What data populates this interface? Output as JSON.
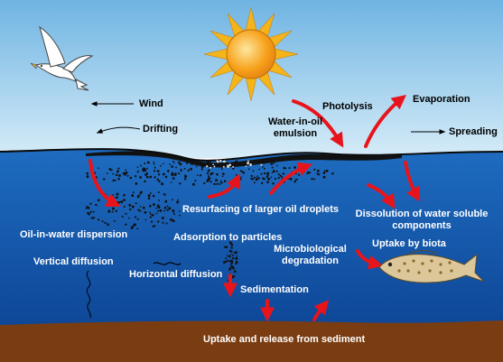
{
  "colors": {
    "sky_top": "#6fb4e2",
    "sky_bottom": "#d6ecf8",
    "water_top": "#1e6cc0",
    "water_bottom": "#0b3f8f",
    "sediment": "#7a3d12",
    "arrow": "#e8141b",
    "sun_core": "#f7a21b",
    "sun_rays": "#f4b41a",
    "oil": "#111111"
  },
  "labels": {
    "wind": "Wind",
    "drifting": "Drifting",
    "photolysis": "Photolysis",
    "evaporation": "Evaporation",
    "water_in_oil_l1": "Water-in-oil",
    "water_in_oil_l2": "emulsion",
    "spreading": "Spreading",
    "resurfacing": "Resurfacing of larger oil droplets",
    "dissolution_l1": "Dissolution of water soluble",
    "dissolution_l2": "components",
    "oil_in_water": "Oil-in-water dispersion",
    "adsorption": "Adsorption to particles",
    "uptake_biota": "Uptake by biota",
    "microbio_l1": "Microbiological",
    "microbio_l2": "degradation",
    "vertical_diffusion": "Vertical diffusion",
    "horizontal_diffusion": "Horizontal diffusion",
    "sedimentation": "Sedimentation",
    "sediment_uptake": "Uptake and release from sediment"
  },
  "icons": [
    "seagull-icon",
    "sun-icon",
    "fish-icon"
  ]
}
